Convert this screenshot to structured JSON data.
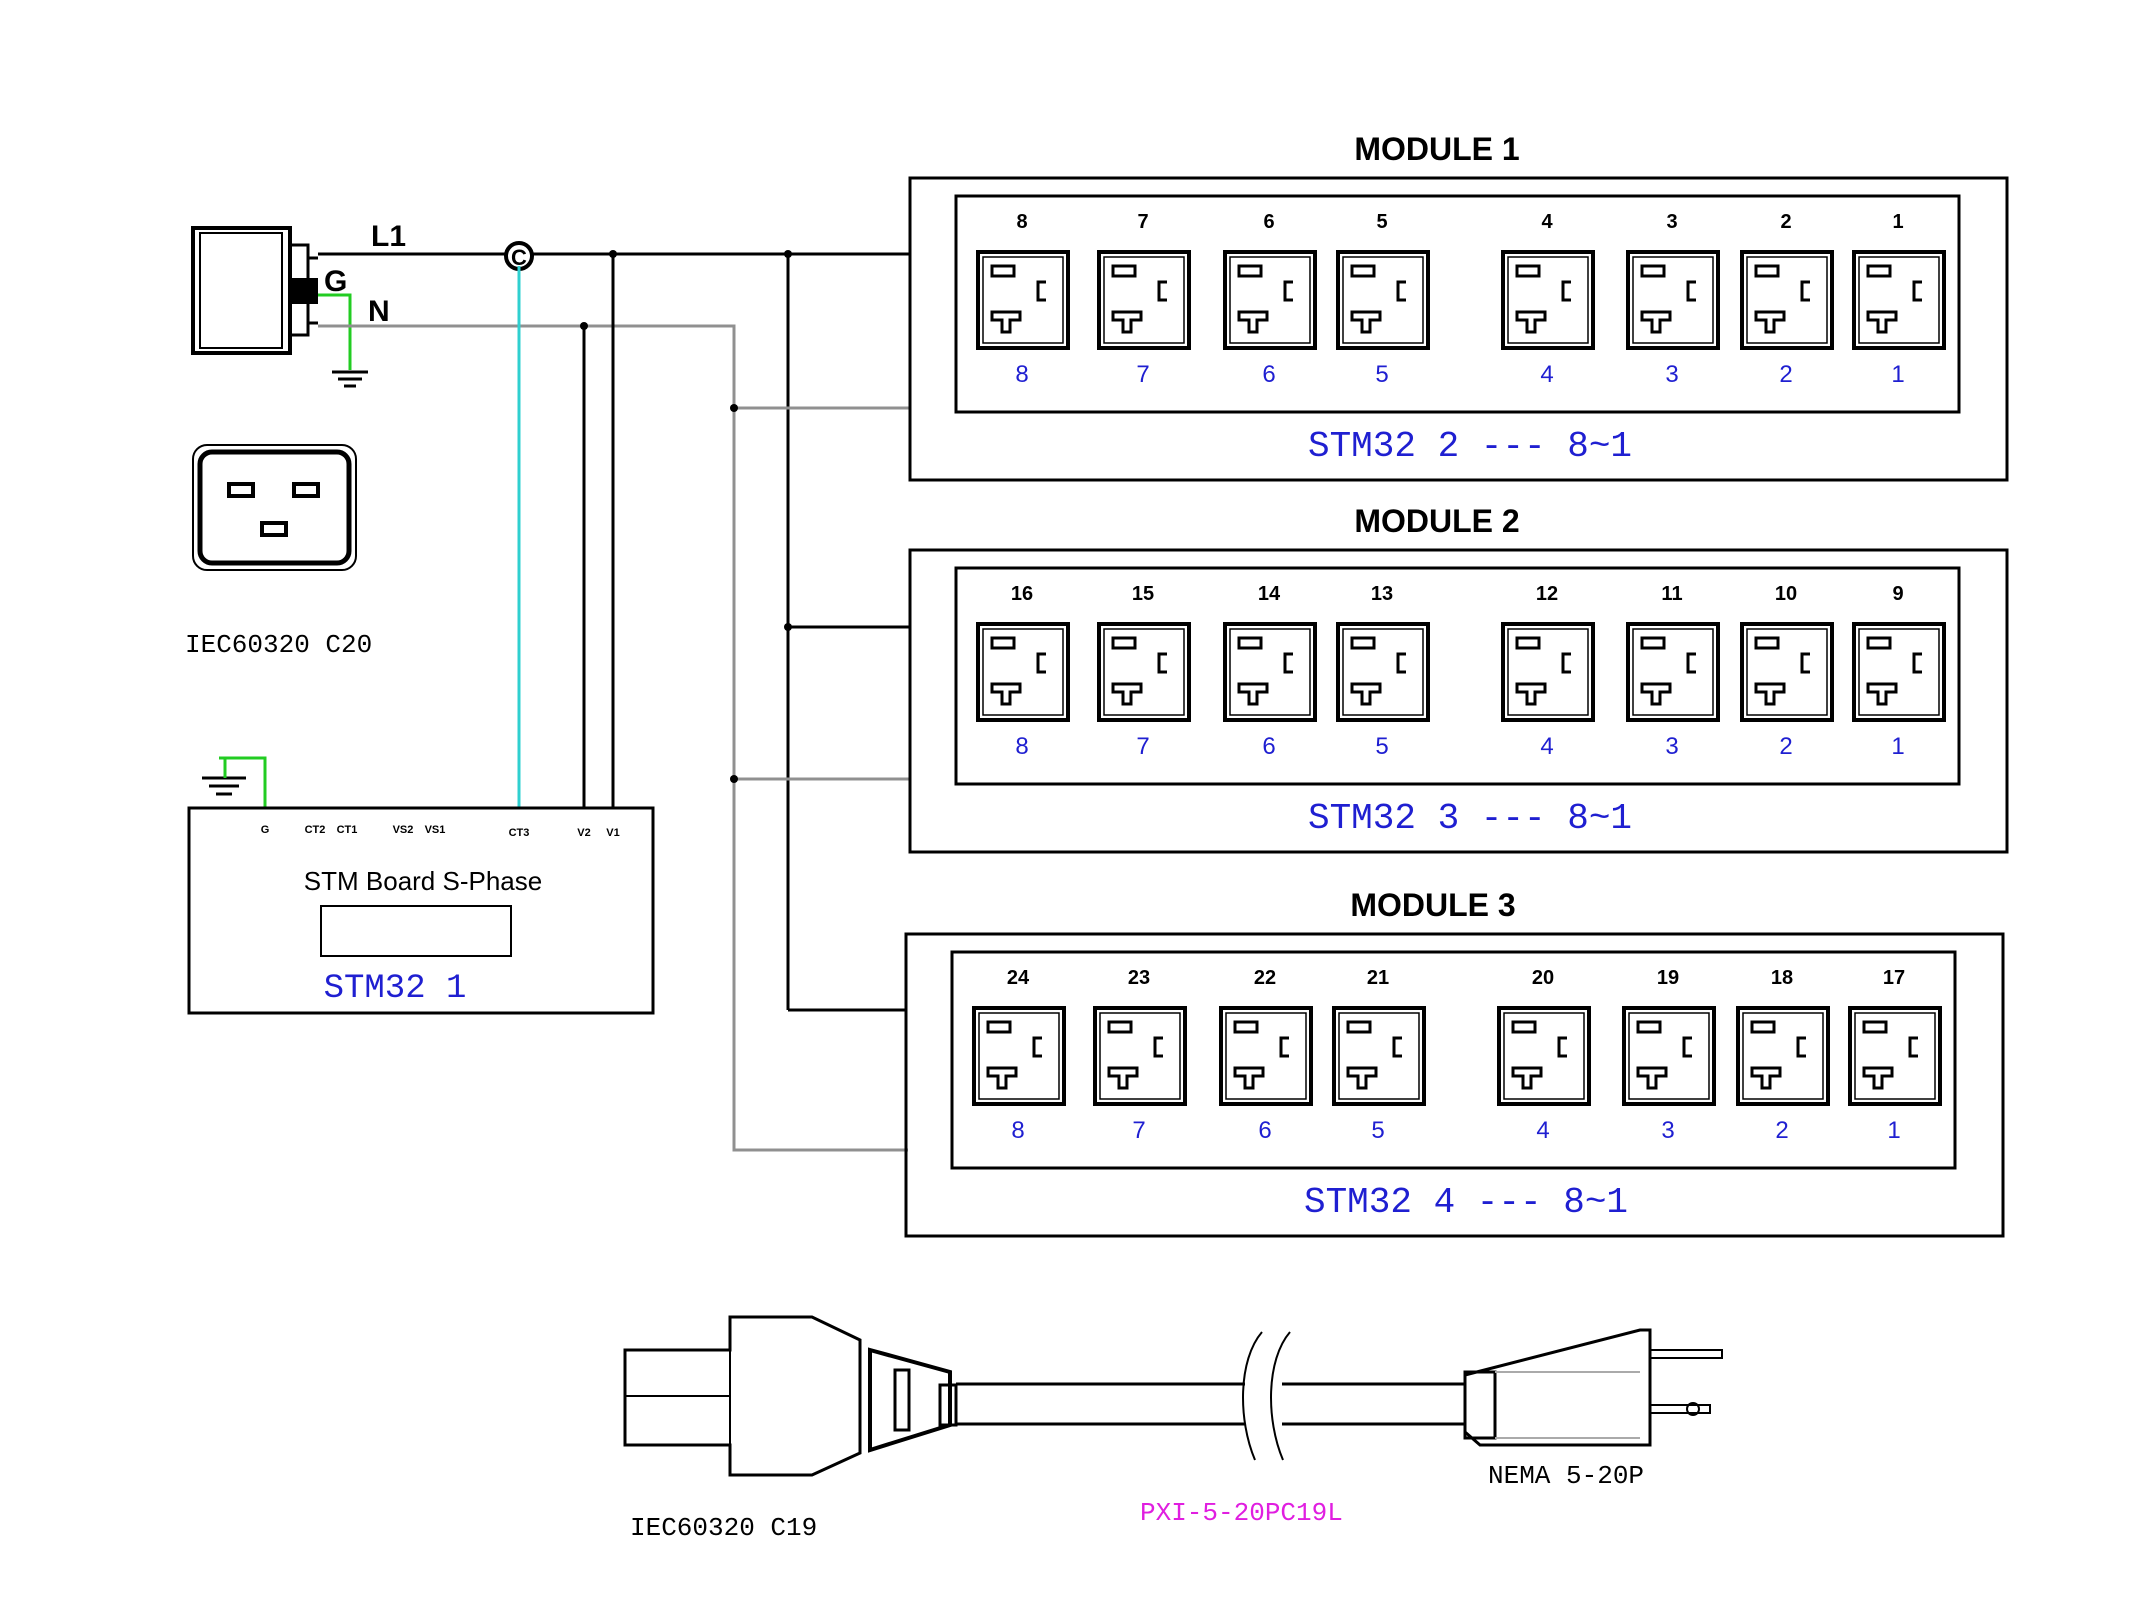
{
  "input_connector": {
    "labels": {
      "l1": "L1",
      "g": "G",
      "n": "N"
    },
    "ct_mark": "C",
    "name": "IEC60320 C20"
  },
  "stm_board": {
    "title": "STM Board S-Phase",
    "name": "STM32   1",
    "pins": [
      "G",
      "CT2",
      "CT1",
      "VS2",
      "VS1",
      "CT3",
      "V2",
      "V1"
    ]
  },
  "modules": [
    {
      "title": "MODULE 1",
      "footer": "STM32  2  ---  8~1",
      "outlet_numbers": [
        "8",
        "7",
        "6",
        "5",
        "4",
        "3",
        "2",
        "1"
      ],
      "channel_numbers": [
        "8",
        "7",
        "6",
        "5",
        "4",
        "3",
        "2",
        "1"
      ]
    },
    {
      "title": "MODULE 2",
      "footer": "STM32  3  ---  8~1",
      "outlet_numbers": [
        "16",
        "15",
        "14",
        "13",
        "12",
        "11",
        "10",
        "9"
      ],
      "channel_numbers": [
        "8",
        "7",
        "6",
        "5",
        "4",
        "3",
        "2",
        "1"
      ]
    },
    {
      "title": "MODULE 3",
      "footer": "STM32  4  ---  8~1",
      "outlet_numbers": [
        "24",
        "23",
        "22",
        "21",
        "20",
        "19",
        "18",
        "17"
      ],
      "channel_numbers": [
        "8",
        "7",
        "6",
        "5",
        "4",
        "3",
        "2",
        "1"
      ]
    }
  ],
  "cable": {
    "left_connector": "IEC60320  C19",
    "part_number": "PXI-5-20PC19L",
    "right_plug": "NEMA  5-20P"
  },
  "colors": {
    "line": "#000000",
    "neutral": "#909090",
    "ground": "#22cc22",
    "ct_wire": "#2fd0d0",
    "label_blue": "#1f1fd1",
    "part_pink": "#e01ee0"
  }
}
